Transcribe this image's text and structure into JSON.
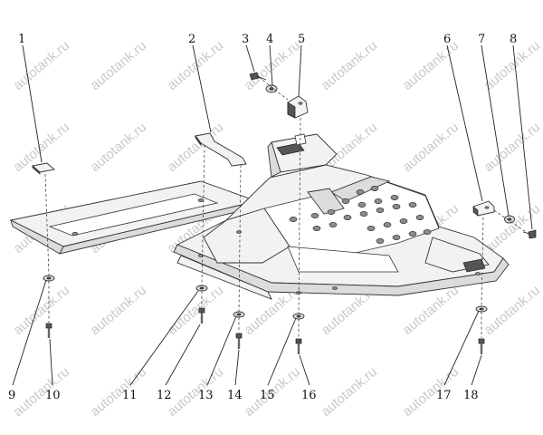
{
  "watermark": "autotank.ru",
  "callouts": {
    "c1": "1",
    "c2": "2",
    "c3": "3",
    "c4": "4",
    "c5": "5",
    "c6": "6",
    "c7": "7",
    "c8": "8",
    "c9": "9",
    "c10": "10",
    "c11": "11",
    "c12": "12",
    "c13": "13",
    "c14": "14",
    "c15": "15",
    "c16": "16",
    "c17": "17",
    "c18": "18"
  }
}
